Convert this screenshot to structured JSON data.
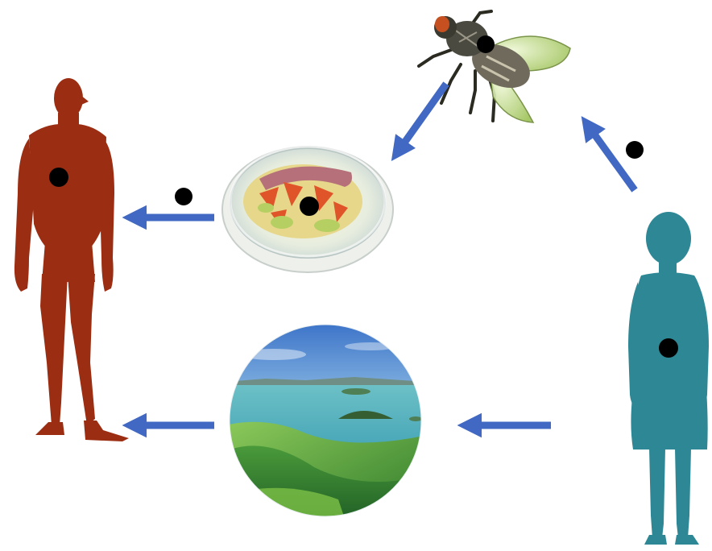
{
  "colors": {
    "background": "#ffffff",
    "adult_silhouette": "#9b2e12",
    "child_silhouette": "#2e8795",
    "arrow": "#4169c4",
    "marker_dot": "#000000"
  },
  "diagram": {
    "nodes": [
      {
        "id": "adult-human",
        "icon": "adult-human-silhouette-icon",
        "has_marker_dot": true
      },
      {
        "id": "food-dish",
        "icon": "salad-dish-icon",
        "has_marker_dot": true
      },
      {
        "id": "fly",
        "icon": "housefly-icon",
        "has_marker_dot": true
      },
      {
        "id": "child",
        "icon": "child-silhouette-icon",
        "has_marker_dot": true
      },
      {
        "id": "landscape",
        "icon": "water-landscape-icon",
        "has_marker_dot": false
      }
    ],
    "edges": [
      {
        "from": "child",
        "to": "fly",
        "has_marker_dot": true
      },
      {
        "from": "fly",
        "to": "food-dish",
        "has_marker_dot": false
      },
      {
        "from": "food-dish",
        "to": "adult-human",
        "has_marker_dot": true
      },
      {
        "from": "child",
        "to": "landscape",
        "has_marker_dot": false
      },
      {
        "from": "landscape",
        "to": "adult-human",
        "has_marker_dot": false
      }
    ]
  }
}
